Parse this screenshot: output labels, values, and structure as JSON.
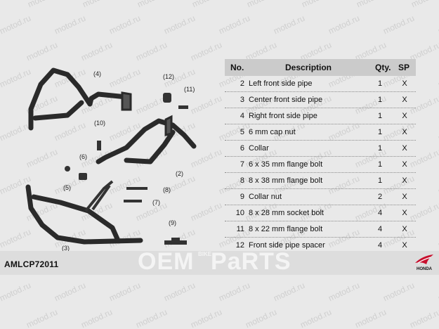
{
  "watermark_text": "motod.ru",
  "table": {
    "headers": {
      "no": "No.",
      "description": "Description",
      "qty": "Qty.",
      "sp": "SP"
    },
    "rows": [
      {
        "no": "2",
        "description": "Left front side pipe",
        "qty": "1",
        "sp": "X"
      },
      {
        "no": "3",
        "description": "Center front side pipe",
        "qty": "1",
        "sp": "X"
      },
      {
        "no": "4",
        "description": "Right front side pipe",
        "qty": "1",
        "sp": "X"
      },
      {
        "no": "5",
        "description": "6 mm cap nut",
        "qty": "1",
        "sp": "X"
      },
      {
        "no": "6",
        "description": "Collar",
        "qty": "1",
        "sp": "X"
      },
      {
        "no": "7",
        "description": "6 x 35 mm flange bolt",
        "qty": "1",
        "sp": "X"
      },
      {
        "no": "8",
        "description": "8 x 38 mm flange bolt",
        "qty": "1",
        "sp": "X"
      },
      {
        "no": "9",
        "description": "Collar nut",
        "qty": "2",
        "sp": "X"
      },
      {
        "no": "10",
        "description": "8 x 28 mm socket bolt",
        "qty": "4",
        "sp": "X"
      },
      {
        "no": "11",
        "description": "8 x 22 mm flange bolt",
        "qty": "4",
        "sp": "X"
      },
      {
        "no": "12",
        "description": "Front side pipe spacer",
        "qty": "4",
        "sp": "X"
      }
    ]
  },
  "callouts": [
    "(4)",
    "(12)",
    "(11)",
    "(10)",
    "(6)",
    "(5)",
    "(2)",
    "(8)",
    "(7)",
    "(9)",
    "(3)"
  ],
  "footer": {
    "part_code": "AMLCP72011",
    "logo_text": "HONDA",
    "watermark": {
      "left": "OEM",
      "middle": "BIKE",
      "right": "PaRTS"
    }
  },
  "colors": {
    "background": "#e9e9e9",
    "header_band": "#cbcbcb",
    "footer_band": "#dddddd",
    "pipe": "#2a2a2a"
  }
}
